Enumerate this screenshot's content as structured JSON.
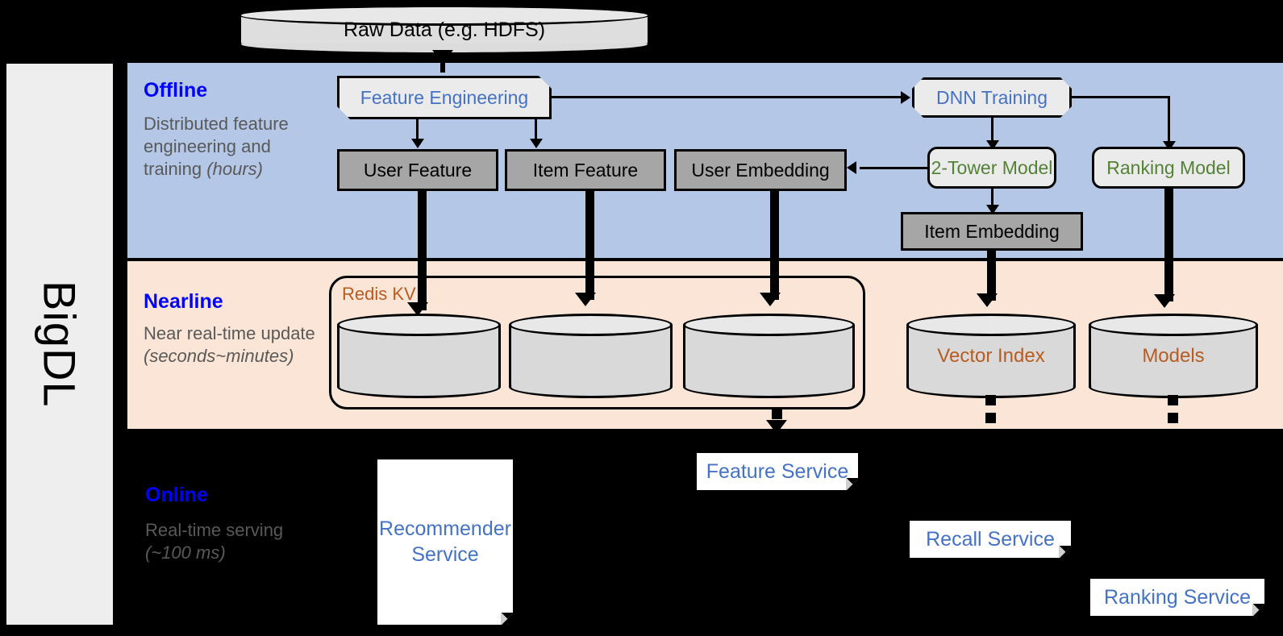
{
  "rail": {
    "label": "BigDL"
  },
  "bands": [
    {
      "id": "offline",
      "title": "Offline",
      "subtitle": "Distributed feature engineering and training ",
      "subtitle_italic": "(hours)",
      "bg": "#b4c7e7"
    },
    {
      "id": "nearline",
      "title": "Nearline",
      "subtitle": "Near real-time update ",
      "subtitle_italic": "(seconds~minutes)",
      "bg": "#fbe5d6"
    },
    {
      "id": "online",
      "title": "Online",
      "subtitle": "Real-time serving ",
      "subtitle_italic": "(~100 ms)",
      "bg": "#000000"
    }
  ],
  "nodes": {
    "raw_data": "Raw Data (e.g. HDFS)",
    "feature_engineering": "Feature Engineering",
    "dnn_training": "DNN Training",
    "user_feature": "User Feature",
    "item_feature": "Item Feature",
    "user_embedding": "User Embedding",
    "two_tower_model": "2-Tower Model",
    "ranking_model": "Ranking Model",
    "item_embedding": "Item Embedding",
    "redis_kv": "Redis KV",
    "vector_index": "Vector Index",
    "models": "Models",
    "recommender_service": "Recommender Service",
    "feature_service": "Feature Service",
    "recall_service": "Recall Service",
    "ranking_service": "Ranking Service"
  },
  "colors": {
    "offline_band": "#b4c7e7",
    "nearline_band": "#fbe5d6",
    "online_band": "#000000",
    "title_blue": "#0000ff",
    "label_blue": "#4472c4",
    "label_green": "#548235",
    "label_brown": "#b85c21",
    "grey_box": "#a6a6a6",
    "subtitle_grey": "#595959"
  }
}
